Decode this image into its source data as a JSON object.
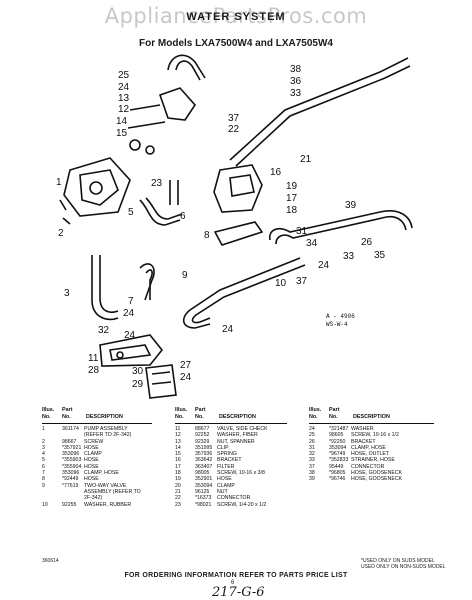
{
  "watermark": "AppliancePartsPros.com",
  "title": "WATER SYSTEM",
  "subtitle": "For Models LXA7500W4 and LXA7505W4",
  "drawing_ref": [
    "A - 4906",
    "WS-W-4"
  ],
  "callouts": [
    "25",
    "24",
    "13",
    "12",
    "14",
    "15",
    "38",
    "36",
    "33",
    "37",
    "22",
    "21",
    "16",
    "19",
    "17",
    "18",
    "23",
    "1",
    "5",
    "6",
    "8",
    "2",
    "39",
    "31",
    "34",
    "26",
    "35",
    "24",
    "33",
    "37",
    "10",
    "9",
    "7",
    "3",
    "24",
    "24",
    "11",
    "28",
    "30",
    "29",
    "27",
    "24",
    "32",
    "24"
  ],
  "table": {
    "header": {
      "illus": "Illus.",
      "no": "No.",
      "part": "Part",
      "partno": "No.",
      "description": "DESCRIPTION"
    },
    "columns": [
      {
        "rows": [
          [
            "1",
            "361174",
            "PUMP ASSEMBLY"
          ],
          [
            "",
            "",
            "(REFER TO 2F-342)"
          ],
          [
            "2",
            "98667",
            "SCREW"
          ],
          [
            "3",
            "*357921",
            "HOSE"
          ],
          [
            "4",
            "353096",
            "CLAMP"
          ],
          [
            "5",
            "*355903",
            "HOSE"
          ],
          [
            "6",
            "*355904",
            "HOSE"
          ],
          [
            "7",
            "353096",
            "CLAMP, HOSE"
          ],
          [
            "8",
            "*92449",
            "HOSE"
          ],
          [
            "9",
            "*77619",
            "TWO-WAY VALVE"
          ],
          [
            "",
            "",
            "ASSEMBLY (REFER TO"
          ],
          [
            "",
            "",
            "2F-342)"
          ],
          [
            "10",
            "92255",
            "WASHER, RUBBER"
          ]
        ]
      },
      {
        "rows": [
          [
            "11",
            "88677",
            "VALVE, SIDE CHECK"
          ],
          [
            "12",
            "92252",
            "WASHER, FIBER"
          ],
          [
            "13",
            "92329",
            "NUT, SPANNER"
          ],
          [
            "14",
            "351995",
            "CLIP"
          ],
          [
            "15",
            "357936",
            "SPRING"
          ],
          [
            "16",
            "363642",
            "BRACKET"
          ],
          [
            "17",
            "363407",
            "FILTER"
          ],
          [
            "18",
            "98005",
            "SCREW, 10-16 x 3/8"
          ],
          [
            "19",
            "352901",
            "HOSE"
          ],
          [
            "20",
            "353094",
            "CLAMP"
          ],
          [
            "21",
            "96125",
            "NUT"
          ],
          [
            "22",
            "*16373",
            "CONNECTOR"
          ],
          [
            "23",
            "*98021",
            "SCREW, 1/4-20 x 1/2"
          ]
        ]
      },
      {
        "rows": [
          [
            "24",
            "*321487",
            "WASHER"
          ],
          [
            "25",
            "98605",
            "SCREW, 10-16 x 1/2"
          ],
          [
            "26",
            "*92250",
            "BRACKET"
          ],
          [
            "31",
            "353094",
            "CLAMP, HOSE"
          ],
          [
            "32",
            "*96749",
            "HOSE, OUTLET"
          ],
          [
            "33",
            "*352833",
            "STRAINER, HOSE"
          ],
          [
            "37",
            "95449",
            "CONNECTOR"
          ],
          [
            "38",
            "*96805",
            "HOSE, GOOSENECK"
          ],
          [
            "39",
            "*96746",
            "HOSE, GOOSENECK"
          ]
        ]
      }
    ]
  },
  "footnote": [
    "*USED ONLY ON SUDS MODEL",
    "USED ONLY ON NON-SUDS MODEL"
  ],
  "doc_code": "360614",
  "ordering_info": "FOR ORDERING INFORMATION REFER TO PARTS PRICE LIST",
  "page_number": "6",
  "handwriting": "217-G-6"
}
